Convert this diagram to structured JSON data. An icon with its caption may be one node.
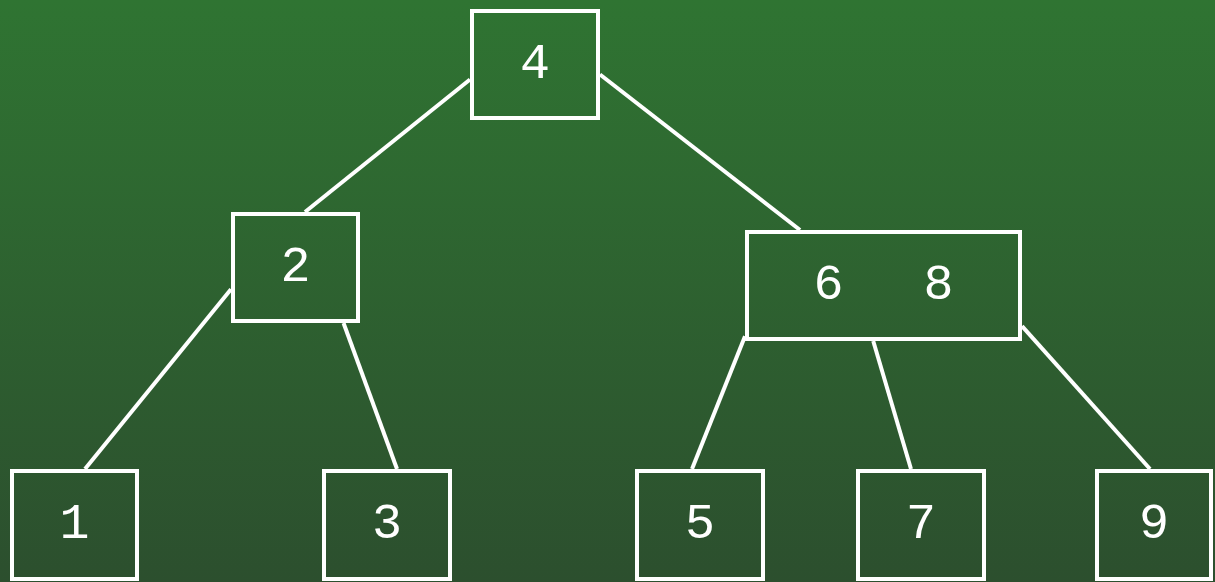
{
  "diagram": {
    "nodes": [
      {
        "text": [
          "4"
        ]
      },
      {
        "text": [
          "2"
        ]
      },
      {
        "text": [
          "6",
          "8"
        ]
      },
      {
        "text": [
          "1"
        ]
      },
      {
        "text": [
          "3"
        ]
      },
      {
        "text": [
          "5"
        ]
      },
      {
        "text": [
          "7"
        ]
      },
      {
        "text": [
          "9"
        ]
      }
    ],
    "edges": [
      {
        "from": 0,
        "to": 1,
        "arrow": "none"
      },
      {
        "from": 0,
        "to": 2,
        "arrow": "none"
      },
      {
        "from": 1,
        "to": 3,
        "arrow": "none"
      },
      {
        "from": 1,
        "to": 4,
        "arrow": "none"
      },
      {
        "from": 2,
        "to": 5,
        "arrow": "none"
      },
      {
        "from": 2,
        "to": 6,
        "arrow": "none"
      },
      {
        "from": 2,
        "to": 7,
        "arrow": "none"
      }
    ]
  }
}
